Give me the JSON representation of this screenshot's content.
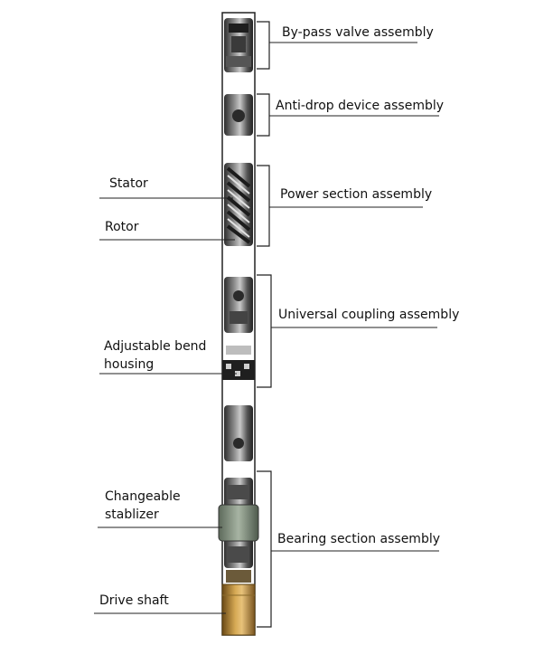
{
  "left_labels": {
    "stator": "Stator",
    "rotor": "Rotor",
    "bend_housing_line1": "Adjustable bend",
    "bend_housing_line2": "housing",
    "stabilizer_line1": "Changeable",
    "stabilizer_line2": "stablizer",
    "drive_shaft": "Drive shaft"
  },
  "right_labels": {
    "bypass_valve": "By-pass valve assembly",
    "anti_drop": "Anti-drop device assembly",
    "power_section": "Power section assembly",
    "universal_coupling": "Universal coupling assembly",
    "bearing_section": "Bearing section assembly"
  },
  "colors": {
    "tool_body": "#ffffff",
    "outline": "#222222",
    "metal_dark": "#3a3a3a",
    "metal_mid": "#7a7a7a",
    "stabilizer": "#8a9a88",
    "drive_shaft": "#b58a3c"
  }
}
